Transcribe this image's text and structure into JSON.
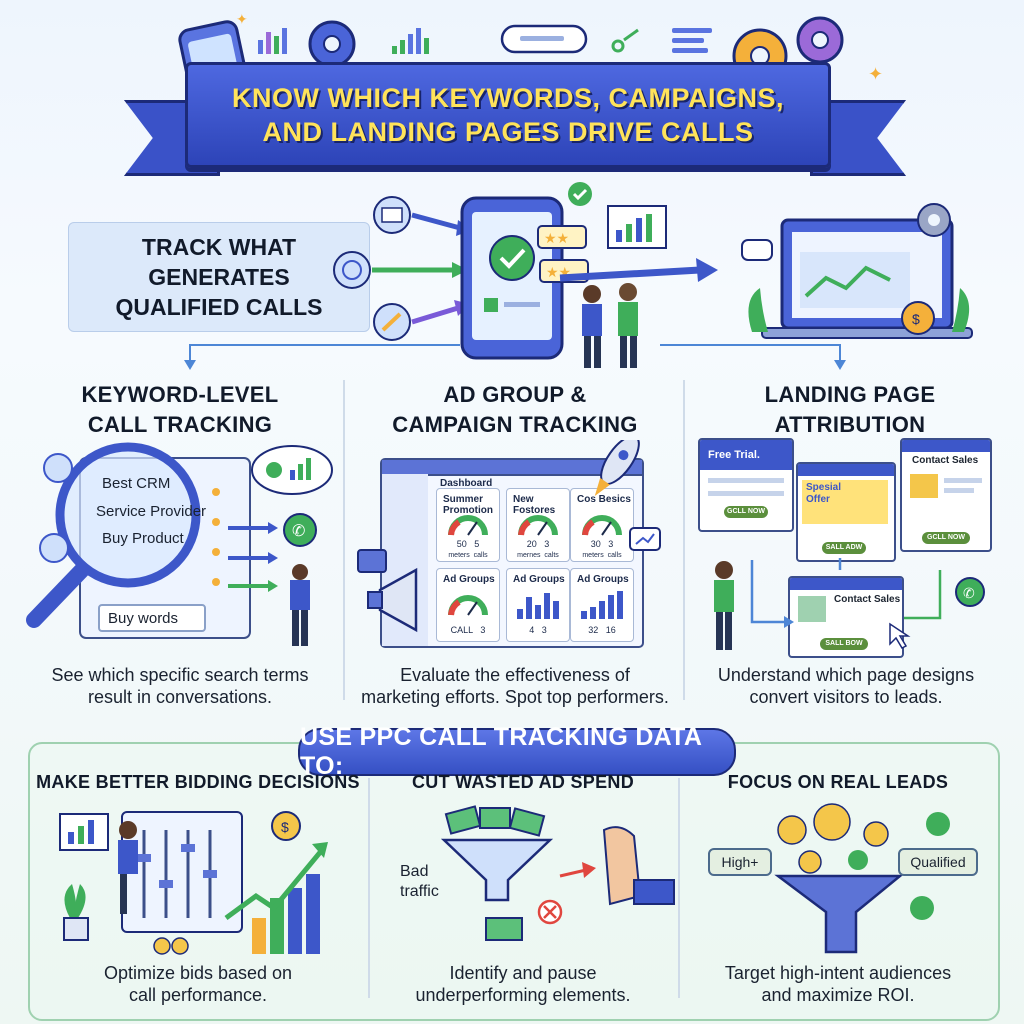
{
  "banner": {
    "line1": "KNOW WHICH KEYWORDS, CAMPAIGNS,",
    "line2": "AND LANDING PAGES DRIVE CALLS"
  },
  "track": {
    "line1": "TRACK WHAT",
    "line2": "GENERATES",
    "line3": "QUALIFIED CALLS"
  },
  "sections": [
    {
      "title1": "KEYWORD-LEVEL",
      "title2": "CALL TRACKING",
      "caption1": "See which specific search terms",
      "caption2": "result in conversations."
    },
    {
      "title1": "AD GROUP &",
      "title2": "CAMPAIGN TRACKING",
      "caption1": "Evaluate the effectiveness of",
      "caption2": "marketing efforts. Spot top performers."
    },
    {
      "title1": "LANDING PAGE",
      "title2": "ATTRIBUTION",
      "caption1": "Understand which page designs",
      "caption2": "convert visitors to leads."
    }
  ],
  "keywords": {
    "items": [
      "Best CRM",
      "Service Provider",
      "Buy Product",
      "Buy words"
    ]
  },
  "dashboard": {
    "title": "Dashboard",
    "tiles": [
      {
        "title": "Summer Promotion",
        "a": "50",
        "b": "5",
        "la": "meters",
        "lb": "calls"
      },
      {
        "title": "New Fostores",
        "a": "20",
        "b": "3",
        "la": "mernes",
        "lb": "calts"
      },
      {
        "title": "Cos Besics",
        "a": "30",
        "b": "3",
        "la": "meters",
        "lb": "calls"
      }
    ],
    "groups": [
      {
        "title": "Ad Groups",
        "a": "CALL",
        "b": "3"
      },
      {
        "title": "Ad Groups",
        "a": "4",
        "b": "3"
      },
      {
        "title": "Ad Groups",
        "a": "32",
        "b": "16"
      }
    ]
  },
  "landing": {
    "free_trial": "Free Trial.",
    "special1": "Spesial",
    "special2": "Offer",
    "contact_sales_top": "Contact Sales",
    "contact_sales_bottom": "Contact Sales",
    "btn_left": "GCLL NOW",
    "btn_mid": "SALL ADW",
    "btn_right": "GCLL NOW",
    "btn_bottom": "SALL BOW"
  },
  "use_pill": "USE PPC CALL TRACKING DATA TO:",
  "bottom": [
    {
      "title": "MAKE BETTER BIDDING DECISIONS",
      "caption1": "Optimize bids based on",
      "caption2": "call performance."
    },
    {
      "title": "CUT WASTED AD SPEND",
      "caption1": "Identify and pause",
      "caption2": "underperforming elements."
    },
    {
      "title": "FOCUS ON REAL LEADS",
      "caption1": "Target high-intent audiences",
      "caption2": "and maximize ROI."
    }
  ],
  "bad_traffic": {
    "line1": "Bad",
    "line2": "traffic"
  },
  "tags": {
    "high": "High+",
    "qualified": "Qualified"
  },
  "colors": {
    "banner": "#3a52c8",
    "banner_text": "#ffe35a",
    "accent_green": "#3fae5a",
    "accent_blue": "#3d57c9"
  }
}
